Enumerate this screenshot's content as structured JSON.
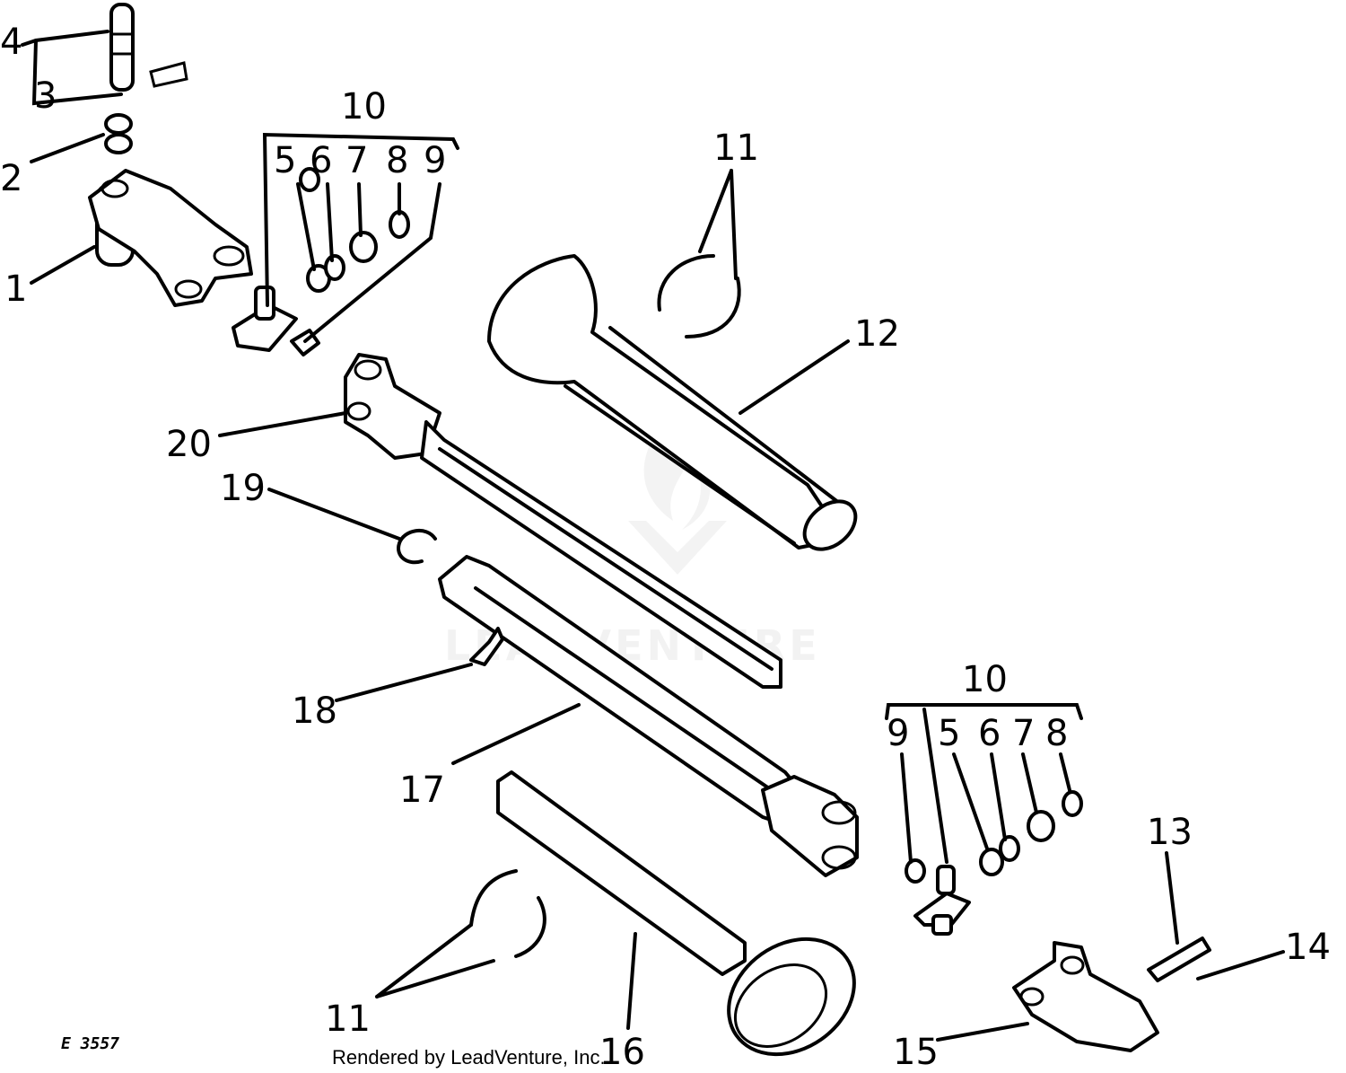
{
  "diagram": {
    "figure_id": "E 3557",
    "credit": "Rendered by LeadVenture, Inc.",
    "watermark": "LEADVENTURE",
    "callouts": {
      "c1": "1",
      "c2": "2",
      "c3": "3",
      "c4": "4",
      "c5a": "5",
      "c6a": "6",
      "c7a": "7",
      "c8a": "8",
      "c9a": "9",
      "c10a": "10",
      "c11a": "11",
      "c12": "12",
      "c13": "13",
      "c14": "14",
      "c15": "15",
      "c16": "16",
      "c17": "17",
      "c18": "18",
      "c19": "19",
      "c20": "20",
      "c10b": "10",
      "c9b": "9",
      "c5b": "5",
      "c6b": "6",
      "c7b": "7",
      "c8b": "8",
      "c11b": "11"
    }
  }
}
